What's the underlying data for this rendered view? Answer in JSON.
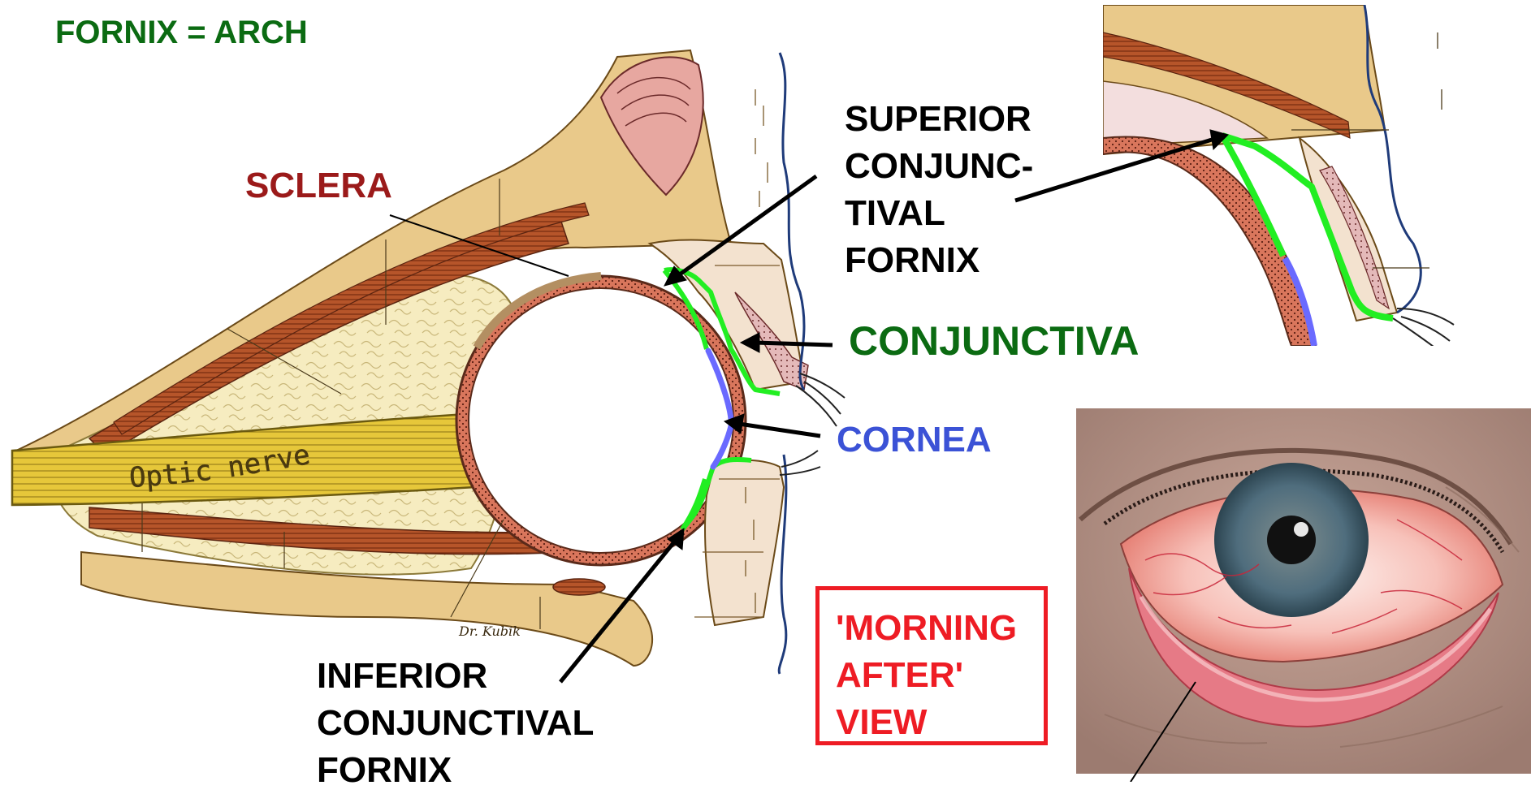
{
  "title": "FORNIX = ARCH",
  "labels": {
    "sclera": "SCLERA",
    "superior_fornix": [
      "SUPERIOR",
      "CONJUNC-",
      "TIVAL",
      "FORNIX"
    ],
    "conjunctiva": "CONJUNCTIVA",
    "cornea": "CORNEA",
    "inferior_fornix": [
      "INFERIOR",
      "CONJUNCTIVAL",
      "FORNIX"
    ],
    "morning_after": [
      "'MORNING",
      "AFTER'",
      "VIEW"
    ],
    "optic_nerve": "Optic nerve",
    "artist_signature": "Dr. Kubik"
  },
  "colors": {
    "title": "#0b6b12",
    "sclera_label": "#9b1a1a",
    "conjunctiva_label": "#0b6b12",
    "cornea_label": "#3b52d6",
    "conjunctiva_outline": "#22ee22",
    "cornea_outline": "#6a6aff",
    "morning_box": "#ee1c24",
    "black_label": "#000000"
  }
}
